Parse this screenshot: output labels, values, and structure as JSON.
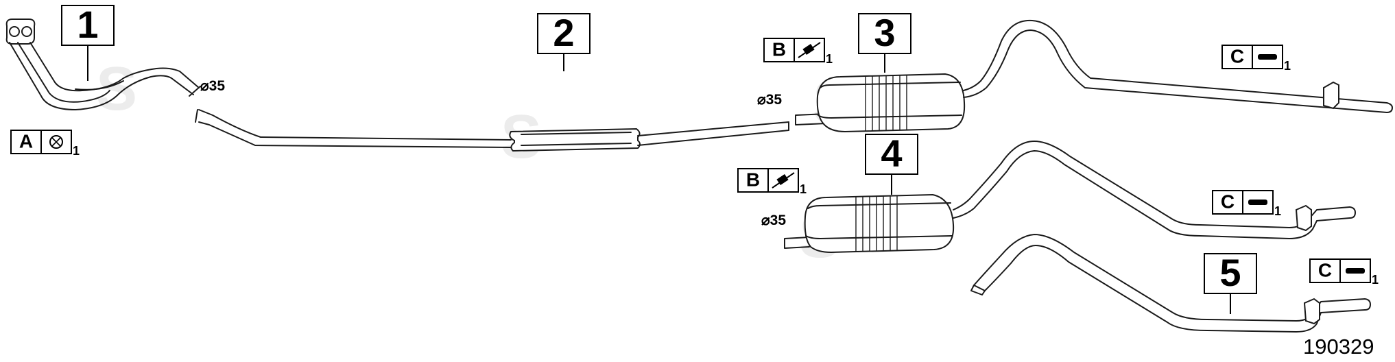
{
  "callouts": [
    {
      "id": "1",
      "label": "1"
    },
    {
      "id": "2",
      "label": "2"
    },
    {
      "id": "3",
      "label": "3"
    },
    {
      "id": "4",
      "label": "4"
    },
    {
      "id": "5",
      "label": "5"
    }
  ],
  "kits": [
    {
      "letter": "A",
      "qty": "1",
      "icon": "gasket-icon"
    },
    {
      "letter": "B",
      "qty": "1",
      "icon": "clamp-icon"
    },
    {
      "letter": "B",
      "qty": "1",
      "icon": "clamp-icon"
    },
    {
      "letter": "C",
      "qty": "1",
      "icon": "rubber-hanger-icon"
    },
    {
      "letter": "C",
      "qty": "1",
      "icon": "rubber-hanger-icon"
    },
    {
      "letter": "C",
      "qty": "1",
      "icon": "rubber-hanger-icon"
    }
  ],
  "dimensions": [
    "⌀35",
    "⌀35",
    "⌀35"
  ],
  "drawing_code": "190329",
  "watermark": "S",
  "colors": {
    "line": "#1a1a1a",
    "watermark": "#ececec",
    "background": "#ffffff"
  }
}
